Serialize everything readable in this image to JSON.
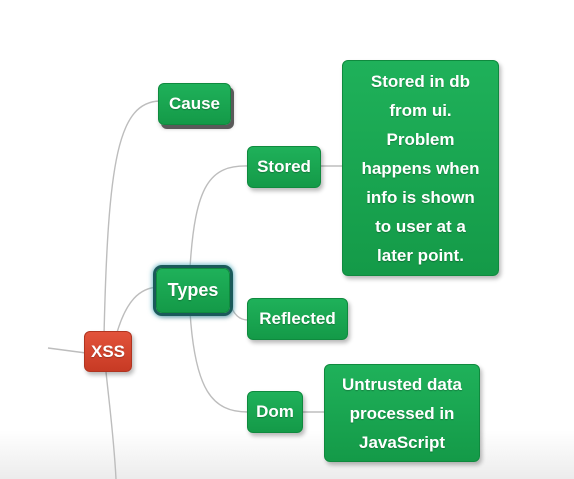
{
  "mindmap": {
    "root": {
      "label": "XSS",
      "color": "#d64a31"
    },
    "branches": {
      "cause": {
        "label": "Cause"
      },
      "types": {
        "label": "Types",
        "children": {
          "stored": {
            "label": "Stored",
            "note": [
              "Stored in db",
              "from ui.",
              "Problem",
              "happens when",
              "info is shown",
              "to user at a",
              "later point."
            ]
          },
          "reflected": {
            "label": "Reflected"
          },
          "dom": {
            "label": "Dom",
            "note": [
              "Untrusted data",
              "processed in",
              "JavaScript"
            ]
          }
        }
      }
    },
    "accent_color": "#17a34f"
  }
}
